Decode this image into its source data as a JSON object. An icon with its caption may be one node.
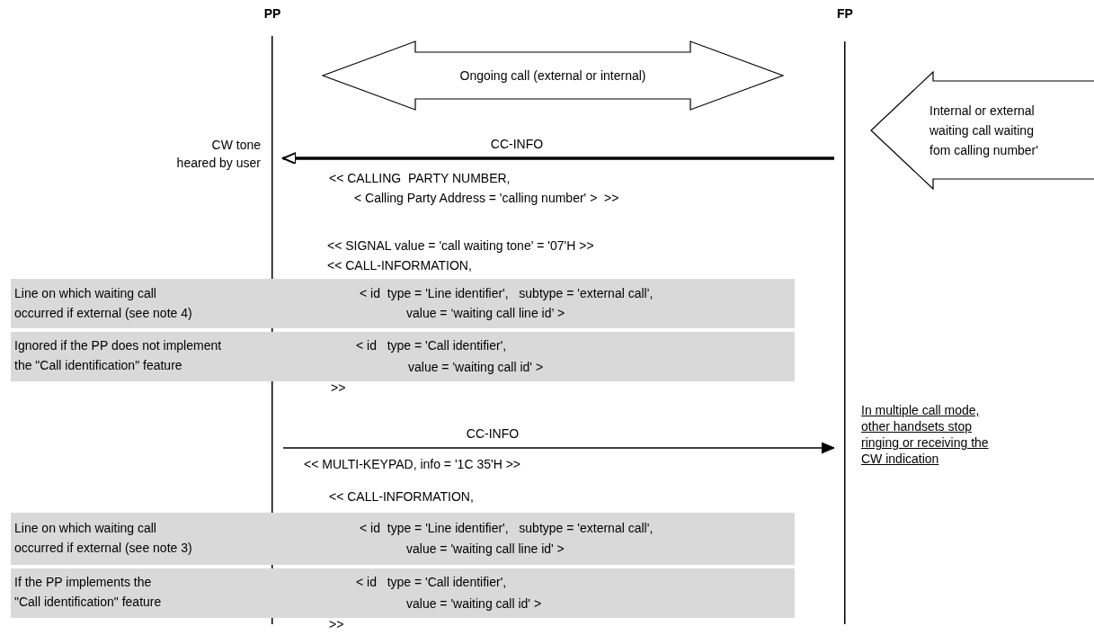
{
  "diagram": {
    "nodes": [
      {
        "text": [
          "PP"
        ]
      },
      {
        "text": [
          "FP"
        ]
      },
      {
        "text": [
          "Ongoing call (external or internal)"
        ]
      },
      {
        "text": [
          "Internal or external waiting call waiting fom calling number'"
        ]
      },
      {
        "text": [
          "Line on which waiting call occurred if external (see note 4)",
          "< id  type = 'Line identifier',   subtype = 'external call',",
          "value = ‘waiting call line id’ >"
        ]
      },
      {
        "text": [
          "Ignored if the PP does not implement the \"Call identification\" feature",
          "< id   type = 'Call identifier',",
          "value = 'waiting call id' >"
        ]
      },
      {
        "text": [
          "Line on which waiting call occurred if external (see note 3)",
          "< id  type = 'Line identifier',   subtype = 'external call',",
          "value = 'waiting call line id' >"
        ]
      },
      {
        "text": [
          "If the PP implements the \"Call identification\" feature",
          "< id   type = 'Call identifier',",
          "value = 'waiting call id' >"
        ]
      }
    ],
    "edges": [
      {
        "from": 1,
        "to": 0,
        "arrow": "to",
        "label": "CC-INFO",
        "style": "thick"
      },
      {
        "from": 0,
        "to": 1,
        "arrow": "to",
        "label": "CC-INFO"
      }
    ],
    "labels": [
      "CW tone heared by user",
      "<< CALLING  PARTY NUMBER,",
      "< Calling Party Address = 'calling number' >  >>",
      "<< SIGNAL value = 'call waiting tone' = '07'H >>",
      "<< CALL-INFORMATION,",
      ">>",
      "In multiple call mode, other handsets stop ringing or receiving the CW indication",
      "<< MULTI-KEYPAD, info = '1C 35'H >>",
      "<< CALL-INFORMATION,",
      ">>"
    ]
  }
}
